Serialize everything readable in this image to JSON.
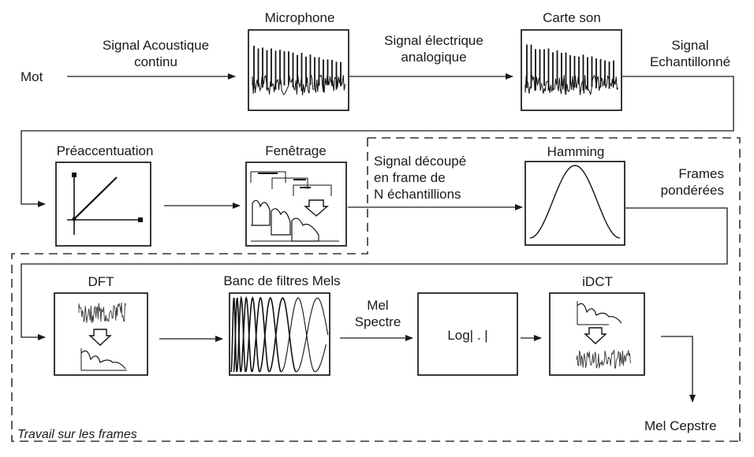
{
  "blocks": {
    "microphone": "Microphone",
    "sound_card": "Carte son",
    "pre_emphasis": "Préaccentuation",
    "windowing": "Fenêtrage",
    "hamming": "Hamming",
    "dft": "DFT",
    "mel_filterbank": "Banc de filtres Mels",
    "log": "Log| . |",
    "idct": "iDCT"
  },
  "signals": {
    "word": "Mot",
    "acoustic_1": "Signal Acoustique",
    "acoustic_2": "continu",
    "electric_1": "Signal électrique",
    "electric_2": "analogique",
    "sampled_1": "Signal",
    "sampled_2": "Echantillonné",
    "split_1": "Signal découpé",
    "split_2": "en frame de",
    "split_3": "N échantillions",
    "weighted_1": "Frames",
    "weighted_2": "pondérées",
    "mel_spectrum_1": "Mel",
    "mel_spectrum_2": "Spectre",
    "mel_cepstrum": "Mel Cepstre"
  },
  "regions": {
    "frame_work": "Travail sur les frames"
  },
  "colors": {
    "line": "#1a1a1a",
    "box_border": "#222222",
    "dash": "#333333"
  }
}
